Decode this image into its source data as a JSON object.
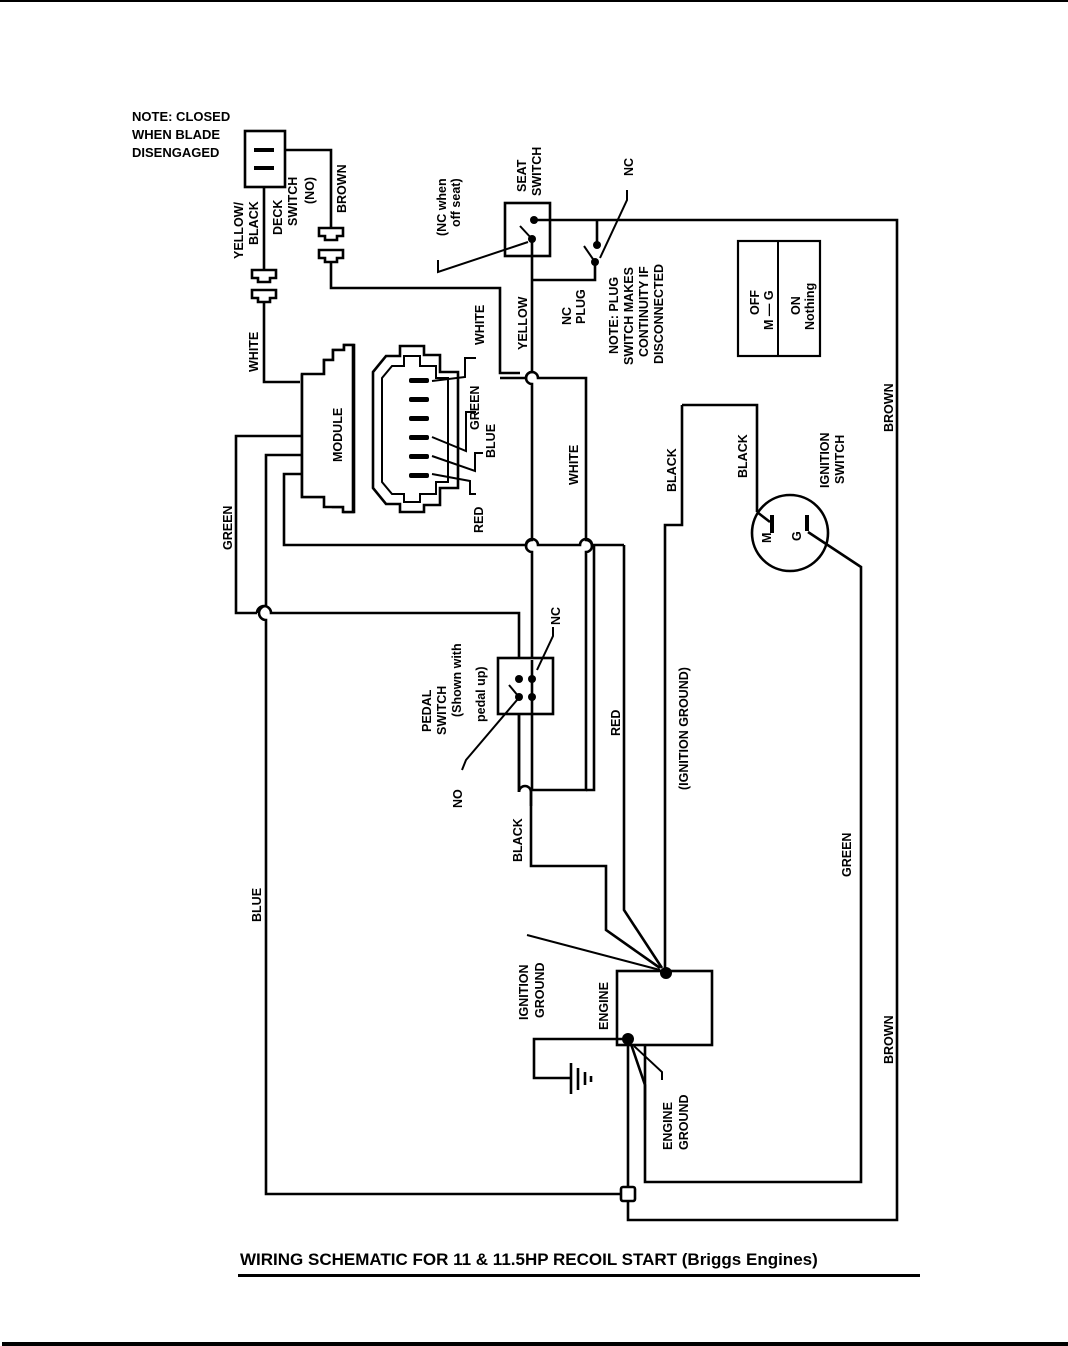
{
  "caption": "WIRING SCHEMATIC FOR  11 & 11.5HP RECOIL START (Briggs Engines)",
  "notes": {
    "deck_note": [
      "NOTE: CLOSED",
      "WHEN BLADE",
      "DISENGAGED"
    ],
    "plug_note": [
      "NOTE: PLUG",
      "SWITCH MAKES",
      "CONTINUITY IF",
      "DISCONNECTED"
    ]
  },
  "components": {
    "deck_switch": [
      "DECK",
      "SWITCH",
      "(NO)"
    ],
    "seat_switch": [
      "SEAT",
      "SWITCH"
    ],
    "seat_nc_note": [
      "(NC when",
      "off seat)"
    ],
    "seat_nc": "NC",
    "nc_plug": [
      "NC",
      "PLUG"
    ],
    "module": "MODULE",
    "pedal_switch": [
      "PEDAL",
      "SWITCH",
      "(Shown with",
      "pedal up)"
    ],
    "pedal_nc": "NC",
    "pedal_no": "NO",
    "ignition_switch": [
      "IGNITION",
      "SWITCH"
    ],
    "ignition_m": "M",
    "ignition_g": "G",
    "engine": "ENGINE",
    "ignition_ground": [
      "IGNITION",
      "GROUND"
    ],
    "engine_ground": [
      "ENGINE",
      "GROUND"
    ]
  },
  "ignition_table": {
    "off_label": "OFF",
    "off_value": "M — G",
    "on_label": "ON",
    "on_value": "Nothing"
  },
  "wires": {
    "yellow_black": [
      "YELLOW/",
      "BLACK"
    ],
    "brown_deck": "BROWN",
    "white_module": "WHITE",
    "green_module": "GREEN",
    "connector_white": "WHITE",
    "connector_green": "GREEN",
    "connector_blue": "BLUE",
    "connector_red": "RED",
    "yellow": "YELLOW",
    "white_mid": "WHITE",
    "black_top": "BLACK",
    "black_ign": "BLACK",
    "brown_right": "BROWN",
    "red": "RED",
    "ignition_ground_wire": "(IGNITION GROUND)",
    "black_pedal": "BLACK",
    "blue": "BLUE",
    "green_right": "GREEN",
    "brown_bottom": "BROWN"
  }
}
